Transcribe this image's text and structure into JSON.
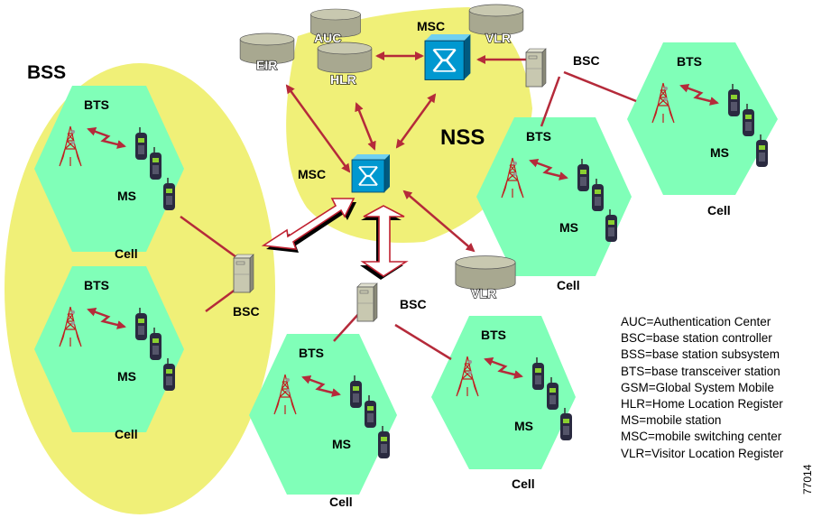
{
  "regions": {
    "bss_label": "BSS",
    "nss_label": "NSS"
  },
  "colors": {
    "region_fill": "#f0f078",
    "cell_fill": "#80ffb8",
    "link": "#b52a3a",
    "msc_blue": "#0098d0",
    "db_fill": "#a8a890",
    "bsc_fill": "#c8c8b0"
  },
  "nss": {
    "msc_main": "MSC",
    "msc_top": "MSC",
    "databases": [
      "EIR",
      "AUC",
      "HLR",
      "VLR"
    ],
    "vlr_lower": "VLR"
  },
  "bsc_labels": [
    "BSC",
    "BSC",
    "BSC"
  ],
  "cells": [
    {
      "bts": "BTS",
      "ms": "MS",
      "caption": "Cell"
    },
    {
      "bts": "BTS",
      "ms": "MS",
      "caption": "Cell"
    },
    {
      "bts": "BTS",
      "ms": "MS",
      "caption": "Cell"
    },
    {
      "bts": "BTS",
      "ms": "MS",
      "caption": "Cell"
    },
    {
      "bts": "BTS",
      "ms": "MS",
      "caption": "Cell"
    },
    {
      "bts": "BTS",
      "ms": "MS",
      "caption": "Cell"
    }
  ],
  "legend": [
    "AUC=Authentication Center",
    "BSC=base station controller",
    "BSS=base station subsystem",
    "BTS=base transceiver station",
    "GSM=Global System Mobile",
    "HLR=Home Location Register",
    "MS=mobile station",
    "MSC=mobile switching center",
    "VLR=Visitor Location Register"
  ],
  "figure_id": "77014"
}
